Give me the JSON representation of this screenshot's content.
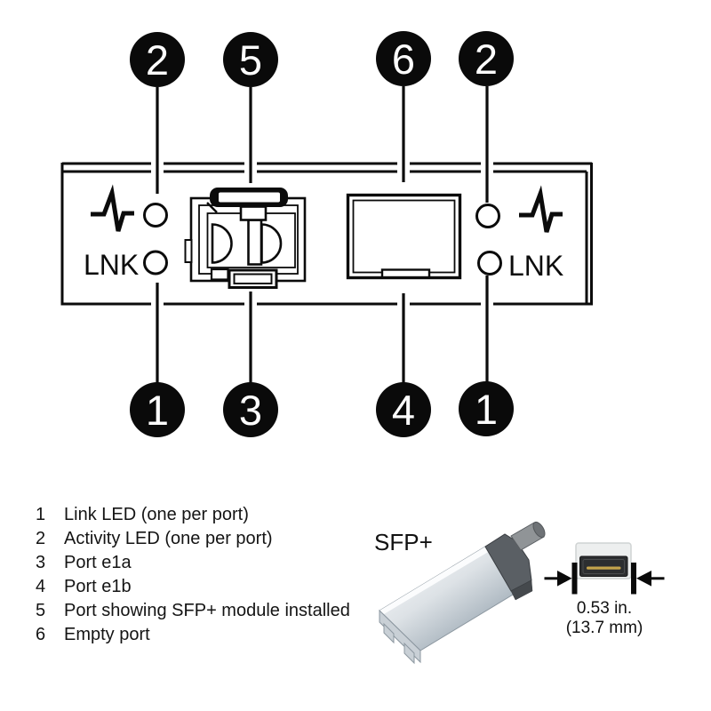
{
  "diagram": {
    "top_callouts": [
      {
        "label": "2"
      },
      {
        "label": "5"
      },
      {
        "label": "6"
      },
      {
        "label": "2"
      }
    ],
    "bottom_callouts": [
      {
        "label": "1"
      },
      {
        "label": "3"
      },
      {
        "label": "4"
      },
      {
        "label": "1"
      }
    ],
    "panel": {
      "link_label_left": "LNK",
      "link_label_right": "LNK"
    }
  },
  "legend": {
    "items": [
      {
        "num": "1",
        "text": "Link LED (one per port)"
      },
      {
        "num": "2",
        "text": "Activity LED (one per port)"
      },
      {
        "num": "3",
        "text": "Port e1a"
      },
      {
        "num": "4",
        "text": "Port e1b"
      },
      {
        "num": "5",
        "text": "Port showing SFP+ module installed"
      },
      {
        "num": "6",
        "text": "Empty port"
      }
    ]
  },
  "sfp_figure": {
    "title": "SFP+",
    "dimension_line1": "0.53 in.",
    "dimension_line2": "(13.7 mm)"
  },
  "colors": {
    "line_art": "#0b0b0b",
    "module_body_light": "#f3f5f7",
    "module_body_dark": "#adb8c1",
    "module_collar": "#5a5f64",
    "connector_gold": "#c3a34b"
  }
}
